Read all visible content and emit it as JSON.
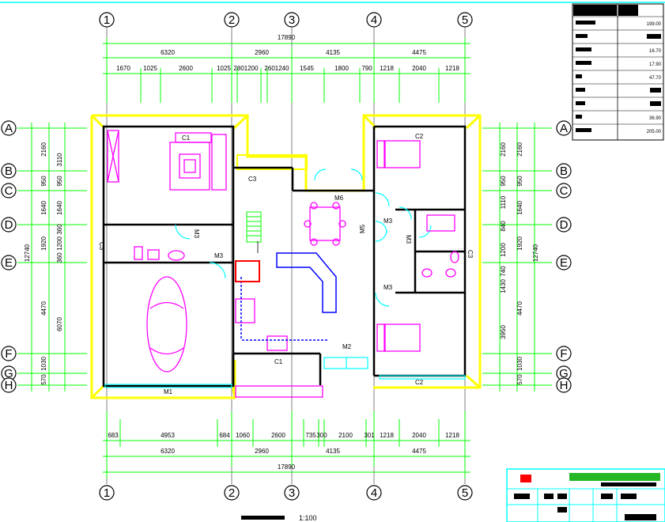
{
  "axes_columns": [
    {
      "label": "1"
    },
    {
      "label": "2"
    },
    {
      "label": "3"
    },
    {
      "label": "4"
    },
    {
      "label": "5"
    }
  ],
  "axes_rows": [
    {
      "label": "A"
    },
    {
      "label": "B"
    },
    {
      "label": "C"
    },
    {
      "label": "D"
    },
    {
      "label": "E"
    },
    {
      "label": "F"
    },
    {
      "label": "G"
    },
    {
      "label": "H"
    }
  ],
  "dims_top": {
    "total": "17890",
    "spans": [
      "6320",
      "2960",
      "4135",
      "4475"
    ],
    "detail": [
      "1670",
      "1025",
      "2600",
      "1025",
      "2801200",
      "2601240",
      "1545",
      "1800",
      "790",
      "1218",
      "2040",
      "1218"
    ]
  },
  "dims_bottom": {
    "total": "17890",
    "spans": [
      "6320",
      "2960",
      "4135",
      "4475"
    ],
    "detail": [
      "683",
      "4953",
      "684",
      "1060",
      "2600",
      "735",
      "300",
      "2100",
      "301",
      "1218",
      "2040",
      "1218"
    ]
  },
  "dims_left": {
    "total": "12740",
    "inner": [
      "2160",
      "950",
      "1640",
      "1920",
      "4470",
      "1030",
      "570"
    ],
    "outer": [
      "3110",
      "950",
      "1640",
      "360",
      "1200",
      "360",
      "6070"
    ]
  },
  "dims_right": {
    "total": "12740",
    "inner": [
      "2160",
      "950",
      "1640",
      "1920",
      "4470",
      "1030",
      "570"
    ],
    "outer": [
      "2160",
      "950",
      "1110",
      "840",
      "1200",
      "740",
      "1430",
      "3950"
    ]
  },
  "openings": {
    "c1": "C1",
    "c2a": "C2",
    "c2b": "C2",
    "c3a": "C3",
    "c3b": "C3",
    "c3c": "C3",
    "m1": "M1",
    "m2": "M2",
    "m3a": "M3",
    "m3b": "M3",
    "m3c": "M3",
    "m3d": "M3",
    "m3e": "M3",
    "m5": "M5",
    "m6": "M6",
    "c1b": "C1"
  },
  "stats_table": {
    "header": [
      "",
      ""
    ],
    "values": [
      "199.00",
      "",
      "16.70",
      "17.90",
      "47.70",
      "",
      "",
      "36.90",
      "205.00"
    ]
  },
  "drawing_title": {
    "scale": "1:100"
  },
  "colors": {
    "wall": "#000000",
    "exterior": "#ffff00",
    "furniture": "#ff00ff",
    "stair": "#00ff00",
    "counter": "#0000ff",
    "door": "#00ffff",
    "dim": "#00ff00",
    "title_block": "#00ffff"
  }
}
